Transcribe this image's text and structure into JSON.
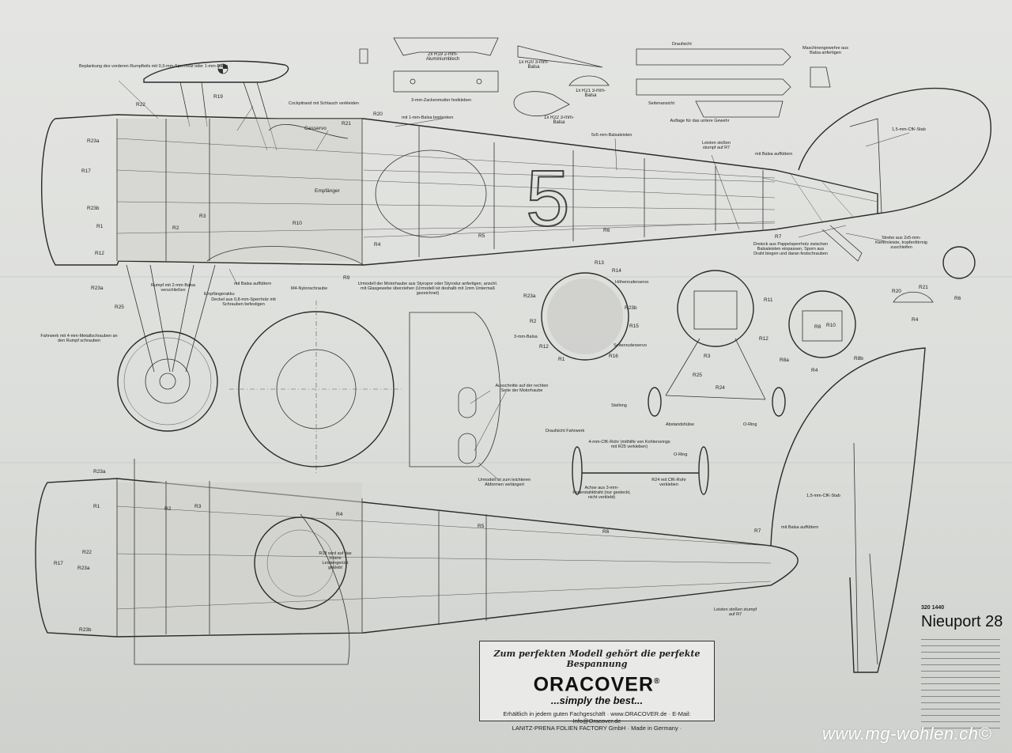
{
  "labels": {
    "beplankung": "Beplankung des vorderen Rumpfteils mit 0,3-mm-Sperrholz oder 1-mm-Balsa",
    "r19": "R19",
    "r22_top": "R22",
    "r23a_top": "R23a",
    "r17_top": "R17",
    "r23b_top": "R23b",
    "r1_top": "R1",
    "r2_top": "R2",
    "r3_top": "R3",
    "r12_top": "R12",
    "r23a_b": "R23a",
    "r25": "R25",
    "cockpitrand": "Cockpitrand mit Schlauch verkleiden",
    "gasservo": "Gasservo",
    "r21": "R21",
    "r20": "R20",
    "balsa_beplanken": "mit 1-mm-Balsa beplanken",
    "empfaenger": "Empfänger",
    "r10": "R10",
    "r4_top": "R4",
    "r9": "R9",
    "m4": "M4-Nylonschraube",
    "mit_balsa_auffuettern": "mit Balsa auffüttern",
    "empfaengerakku": "Empfängerakku",
    "rumpf_mit": "Rumpf mit 2-mm-Balsa verschließen",
    "deckel": "Deckel aus 0,8-mm-Sperrholz mit Schrauben befestigen",
    "r5_top": "R5",
    "r6_top": "R6",
    "five": "5",
    "r19_blech": "2x R19 2-mm-Aluminiumblech",
    "zackenmutter": "3-mm-Zackenmutter festkleben",
    "r20_balsa": "1x R20 3-mm-Balsa",
    "r22_balsa": "1x R22 3-mm-Balsa",
    "r21_balsa": "1x R21 3-mm-Balsa",
    "draufsicht": "Draufsicht",
    "seitenansicht": "Seitenansicht",
    "auflage": "Auflage für das untere Gewehr",
    "mg": "Maschinengewehre aus Balsa anfertigen",
    "leisten": "5x5-mm-Balsaleisten",
    "cfk_top": "1,5-mm-CfK-Stab",
    "leisten_stossen": "Leisten stoßen stumpf auf R7",
    "mit_balsa2": "mit Balsa auffüttern",
    "r7_top": "R7",
    "dreieck": "Dreieck aus Pappelsperrholz zwischen Balsaleisten einpassen, Sporn aus Draht biegen und daran festschrauben",
    "strebe": "Strebe aus 2x5-mm-Kiefernleiste, tropfenförmig zuschleifen",
    "fahrwerk": "Fahrwerk mit 4-mm-Metallschrauben an den Rumpf schrauben",
    "urmodell_haube": "Urmodell der Motorhaube aus Styropor oder Styrodur anfertigen, anschl. mit Glasgewebe überziehen (Urmodell ist deshalb mit 1mm Untermaß gezeichnet)",
    "ausschnitte": "Ausschnitte auf der rechten Seite der Motorhaube",
    "urmodell_laenger": "Urmodell ist zum leichteren Abformen verlängert",
    "r13": "R13",
    "r14": "R14",
    "hoehenruderservo": "Höhenruderservo",
    "r23a_c": "R23a",
    "r23b_c": "R23b",
    "r2_c": "R2",
    "r15": "R15",
    "balsa3": "3-mm-Balsa",
    "r12_c": "R12",
    "seitenruderservo": "Seitenruderservo",
    "r1_c": "R1",
    "r16": "R16",
    "r11": "R11",
    "r12_d": "R12",
    "r3_d": "R3",
    "r25_d": "R25",
    "r24": "R24",
    "stellring": "Stellring",
    "abstandshuelse": "Abstandshülse",
    "oring": "O-Ring",
    "r8": "R8",
    "r10_e": "R10",
    "r8a": "R8a",
    "r8b": "R8b",
    "r4_e": "R4",
    "r20_f": "R20",
    "r21_f": "R21",
    "r4_f": "R4",
    "r6_f": "R6",
    "draufsicht_fahrwerk": "Draufsicht Fahrwerk",
    "cfk_rohr": "4-mm-CfK-Rohr (mithilfe von Kohlerovings mit R25 verkleben)",
    "oring2": "O-Ring",
    "achse": "Achse aus 3-mm-Federstahldraht (nur gesteckt, nicht verklebt)",
    "r24_cfk": "R24 mit CfK-Rohr verkleben",
    "r23a_bot": "R23a",
    "r1_bot": "R1",
    "r2_bot": "R2",
    "r3_bot": "R3",
    "r4_bot": "R4",
    "r22_bot": "R22",
    "r17_bot": "R17",
    "r23a_bot2": "R23a",
    "r23b_bot": "R23b",
    "r18": "R18 wird auf das innere Leistengerüst geklebt",
    "r5_bot": "R5",
    "r6_bot": "R6",
    "r7_bot": "R7",
    "mit_balsa3": "mit Balsa auffüttern",
    "cfk_bot": "1,5-mm-CfK-Stab",
    "leisten_stossen2": "Leisten stoßen stumpf auf R7"
  },
  "ad": {
    "slogan": "Zum perfekten Modell gehört die perfekte Bespannung",
    "brand": "ORACOVER",
    "reg": "®",
    "tagline": "...simply the best...",
    "info1": "Erhältlich in jedem guten Fachgeschäft · www.ORACOVER.de · E-Mail: Info@Oracover.de",
    "info2": "LANITZ-PRENA FOLIEN FACTORY GmbH · Made in Germany ·"
  },
  "titleblock": {
    "code": "320 1440",
    "title": "Nieuport 28"
  },
  "watermark": "www.mg-wohlen.ch©"
}
